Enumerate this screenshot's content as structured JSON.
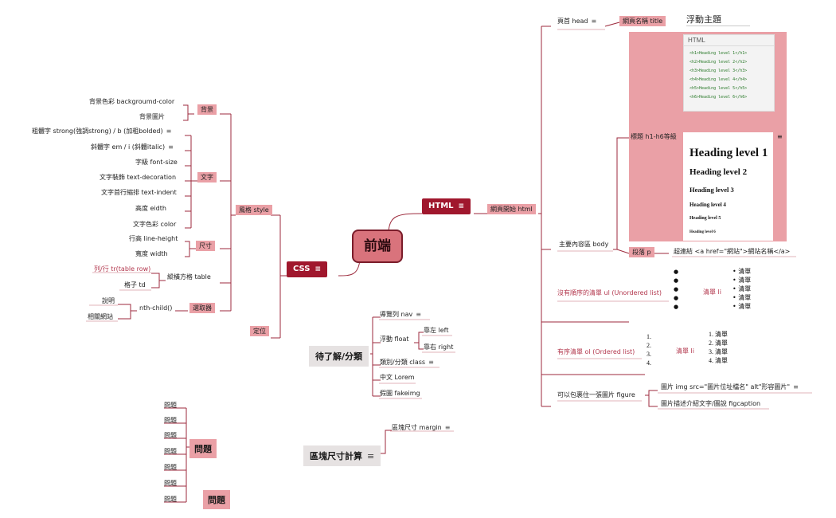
{
  "root": "前端",
  "icons": {
    "note": "≡"
  },
  "colors": {
    "accent": "#a0172d",
    "pink": "#eaa0a6",
    "line": "#9c2a3c",
    "root_fill": "#d9737c"
  },
  "html": {
    "title": "HTML",
    "head": {
      "label": "頁首 head",
      "title_tag": "網頁名稱 title",
      "floating": "浮動主題"
    },
    "start": "網頁開始 html",
    "headings": {
      "label": "標題 h1-h6等級",
      "code_header": "HTML",
      "code_lines": [
        "<h1>Heading level 1</h1>",
        "<h2>Heading level 2</h2>",
        "<h3>Heading level 3</h3>",
        "<h4>Heading level 4</h4>",
        "<h5>Heading level 5</h5>",
        "<h6>Heading level 6</h6>"
      ],
      "preview": [
        "Heading level 1",
        "Heading level 2",
        "Heading level 3",
        "Heading level 4",
        "Heading level 5",
        "Heading level 6"
      ]
    },
    "body": "主要內容區 body",
    "p": "段落 p",
    "link": "超連結 <a href=\"網站\">網站名稱</a>",
    "ul": {
      "label": "沒有順序的清單 ul (Unordered list)",
      "li": "清單 li",
      "item": "清單",
      "count": 5
    },
    "ol": {
      "label": "有序清單 ol (Ordered list)",
      "li": "清單 li",
      "item": "清單",
      "numbers": [
        "1.",
        "2.",
        "3.",
        "4."
      ]
    },
    "figure": {
      "label": "可以包裹住一張圖片 figure",
      "img": "圖片 img src=\"圖片位址檔名\" alt\"形容圖片\"",
      "caption": "圖片描述介紹文字/圖說 figcaption"
    }
  },
  "css": {
    "title": "CSS",
    "style": "風格 style",
    "position": "定位",
    "background": {
      "label": "背景",
      "color": "背景色彩 backgroumd-color",
      "image": "背景圖片"
    },
    "text": {
      "label": "文字",
      "bold": "粗體字 strong(強調strong) / b (加粗bolded)",
      "italic": "斜體字 em  / i (斜體italic)",
      "size": "字級 font-size",
      "decoration": "文字裝飾 text-decoration",
      "indent": "文字首行縮排 text-indent",
      "height": "高度 eidth",
      "color": "文字色彩 color"
    },
    "dimension": {
      "label": "尺寸",
      "line_height": "行高 line-height",
      "width": "寬度 width"
    },
    "table": {
      "label": "縱橫方格 table",
      "tr": "列/行 tr(table row)",
      "td": "格子 td"
    },
    "selector": {
      "label": "選取器",
      "nth": "nth-child()",
      "desc": "說明",
      "site": "相關網站"
    }
  },
  "todo": {
    "title": "待了解/分類",
    "nav": "導覽列 nav",
    "float": "浮動 float",
    "left": "靠左 left",
    "right": "靠右 right",
    "class": "類別/分類 class",
    "lorem": "中文 Lorem",
    "fakeimg": "假圖 fakeimg"
  },
  "box": {
    "title": "區塊尺寸計算",
    "margin": "區塊尺寸 margin"
  },
  "questions": {
    "title": "問題",
    "title2": "問題",
    "item": "問題",
    "count": 7
  }
}
